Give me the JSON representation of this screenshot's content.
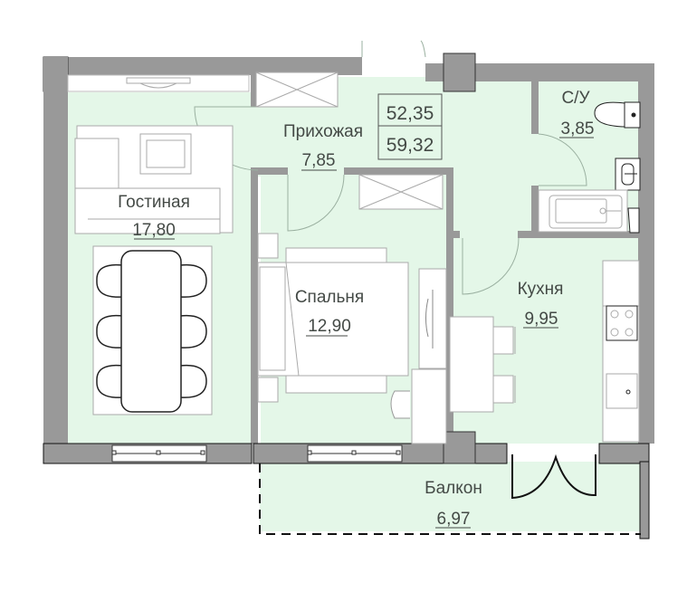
{
  "plan": {
    "title": "Apartment floor plan",
    "area_living": "52,35",
    "area_total": "59,32",
    "colors": {
      "floor": "#e4f7e8",
      "wall": "#999999",
      "text": "#444a46",
      "furniture": "#ffffff"
    },
    "rooms": [
      {
        "name": "Гостиная",
        "area": "17,80"
      },
      {
        "name": "Прихожая",
        "area": "7,85"
      },
      {
        "name": "С/У",
        "area": "3,85"
      },
      {
        "name": "Спальня",
        "area": "12,90"
      },
      {
        "name": "Кухня",
        "area": "9,95"
      },
      {
        "name": "Балкон",
        "area": "6,97"
      }
    ]
  }
}
